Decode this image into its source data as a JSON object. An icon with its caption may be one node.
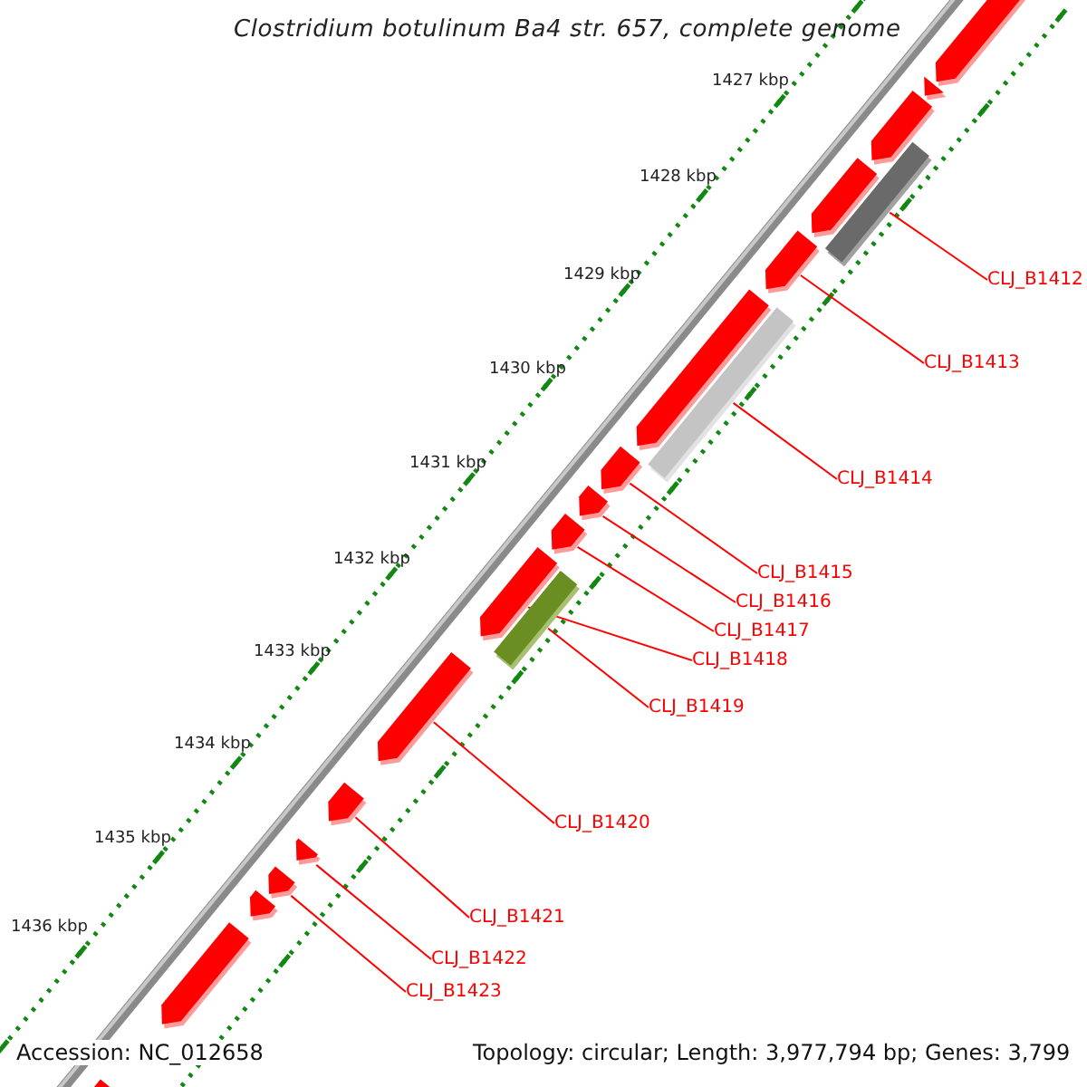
{
  "diagram": {
    "title": "Clostridium botulinum Ba4 str. 657, complete genome",
    "nodes": [
      {
        "text": [],
        "shape": "arrow"
      },
      {
        "text": [],
        "shape": "arrow"
      },
      {
        "text": [],
        "shape": "arrow"
      },
      {
        "text": [],
        "shape": "box"
      },
      {
        "text": [],
        "shape": "arrow"
      },
      {
        "text": [],
        "shape": "arrow"
      },
      {
        "text": [],
        "shape": "arrow"
      },
      {
        "text": [],
        "shape": "box"
      },
      {
        "text": [],
        "shape": "arrow"
      },
      {
        "text": [],
        "shape": "arrow"
      },
      {
        "text": [],
        "shape": "arrow"
      },
      {
        "text": [],
        "shape": "arrow"
      },
      {
        "text": [],
        "shape": "box"
      },
      {
        "text": [],
        "shape": "arrow"
      },
      {
        "text": [],
        "shape": "arrow"
      },
      {
        "text": [],
        "shape": "arrow"
      },
      {
        "text": [],
        "shape": "arrow"
      },
      {
        "text": [],
        "shape": "arrow"
      },
      {
        "text": [],
        "shape": "arrow"
      },
      {
        "text": [],
        "shape": "arrow"
      },
      {
        "text": [
          "CLJ_B1412"
        ]
      },
      {
        "text": [
          "CLJ_B1413"
        ]
      },
      {
        "text": [
          "CLJ_B1414"
        ]
      },
      {
        "text": [
          "CLJ_B1415"
        ]
      },
      {
        "text": [
          "CLJ_B1416"
        ]
      },
      {
        "text": [
          "CLJ_B1417"
        ]
      },
      {
        "text": [
          "CLJ_B1418"
        ]
      },
      {
        "text": [
          "CLJ_B1419"
        ]
      },
      {
        "text": [
          "CLJ_B1420"
        ]
      },
      {
        "text": [
          "CLJ_B1421"
        ]
      },
      {
        "text": [
          "CLJ_B1422"
        ]
      },
      {
        "text": [
          "CLJ_B1423"
        ]
      }
    ],
    "edges": [
      {
        "from": 20,
        "to": 3,
        "arrow": "none"
      },
      {
        "from": 21,
        "to": 5,
        "arrow": "none"
      },
      {
        "from": 22,
        "to": 7,
        "arrow": "none"
      },
      {
        "from": 23,
        "to": 8,
        "arrow": "none"
      },
      {
        "from": 24,
        "to": 9,
        "arrow": "none"
      },
      {
        "from": 25,
        "to": 10,
        "arrow": "none"
      },
      {
        "from": 26,
        "to": 11,
        "arrow": "none"
      },
      {
        "from": 27,
        "to": 12,
        "arrow": "none"
      },
      {
        "from": 28,
        "to": 13,
        "arrow": "none"
      },
      {
        "from": 29,
        "to": 14,
        "arrow": "none"
      },
      {
        "from": 30,
        "to": 15,
        "arrow": "none"
      },
      {
        "from": 31,
        "to": 16,
        "arrow": "none"
      }
    ],
    "labels": [
      "1427 kbp",
      "1428 kbp",
      "1429 kbp",
      "1430 kbp",
      "1431 kbp",
      "1432 kbp",
      "1433 kbp",
      "1434 kbp",
      "1435 kbp",
      "1436 kbp",
      "Accession: NC_012658",
      "Topology: circular; Length: 3,977,794 bp; Genes: 3,799"
    ]
  }
}
